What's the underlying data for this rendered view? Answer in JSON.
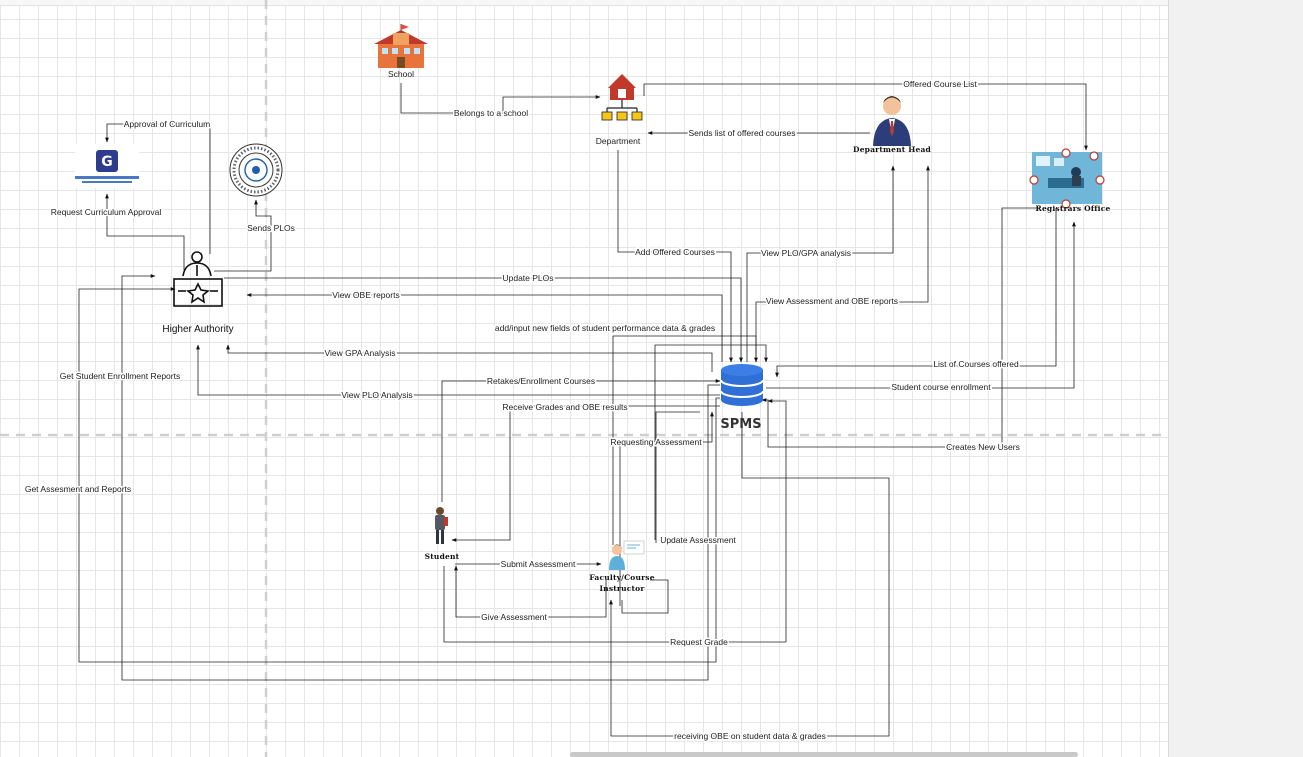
{
  "nodes": {
    "school": "School",
    "department": "Department",
    "department_head": "Department Head",
    "registrar": "Registrars Office",
    "higher_authority": "Higher Authority",
    "spms": "SPMS",
    "student": "Student",
    "faculty_line1": "Faculty/Course",
    "faculty_line2": "Instructor"
  },
  "edges": {
    "offered_course_list": "Offered Course List",
    "belongs_to_school": "Belongs to a school",
    "sends_offered_courses": "Sends list of offered courses",
    "approval_of_curriculum": "Approval of Curriculum",
    "request_curriculum_approval": "Request Curriculum Approval",
    "sends_plos": "Sends PLOs",
    "add_offered_courses": "Add Offered Courses",
    "view_plo_gpa": "View PLO/GPA analysis",
    "update_plos": "Update PLOs",
    "view_obe_reports": "View OBE reports",
    "view_assessment_obe": "View Assessment and OBE reports",
    "add_input_fields": "add/input new fields of student performance data & grades",
    "view_gpa": "View GPA Analysis",
    "list_of_courses": "List of Courses offered",
    "get_enrollment_reports": "Get Student Enrollment Reports",
    "retakes_enrollment": "Retakes/Enrollment Courses",
    "student_course_enrollment": "Student course enrollment",
    "view_plo_analysis": "View PLO Analysis",
    "receive_grades_obe": "Receive Grades and OBE results",
    "requesting_assessment": "Requesting Assessment",
    "creates_new_users": "Creates New Users",
    "get_assessment_reports": "Get Assesment and Reports",
    "update_assessment": "Update Assessment",
    "submit_assessment": "Submit Assessment",
    "give_assessment": "Give Assessment",
    "request_grade": "Request Grade",
    "receiving_obe": "receiving OBE on student data & grades"
  },
  "colors": {
    "spms_db": "#2f6fd6",
    "department_icon": "#c0392b",
    "connector": "#222222",
    "grid": "#e6e6e6"
  },
  "icons": [
    "school-icon",
    "department-icon",
    "department-head-icon",
    "registrar-icon",
    "ugc-logo",
    "university-seal",
    "higher-authority-icon",
    "database-icon",
    "student-icon",
    "faculty-icon"
  ]
}
